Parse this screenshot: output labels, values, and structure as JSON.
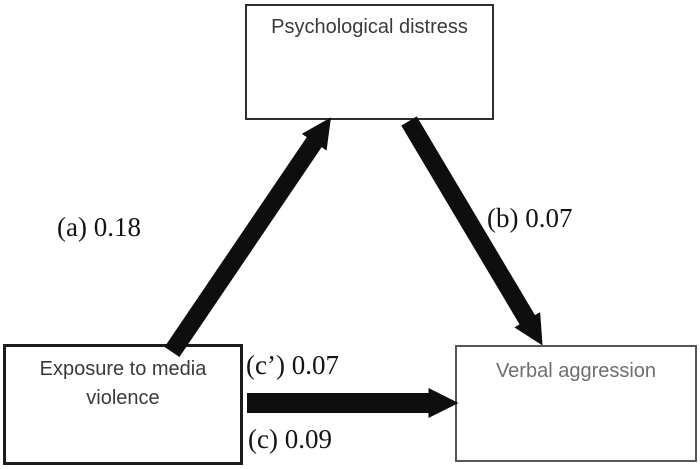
{
  "figure": {
    "background_color": "#ffffff",
    "arrow_color": "#0e0e0e",
    "nodes": {
      "distress": {
        "label": "Psychological distress"
      },
      "exposure": {
        "label": "Exposure to media violence"
      },
      "aggression": {
        "label": "Verbal aggression"
      }
    },
    "paths": {
      "a": {
        "label": "(a) 0.18"
      },
      "b": {
        "label": "(b) 0.07"
      },
      "c_prime": {
        "label": "(c’) 0.07"
      },
      "c": {
        "label": "(c) 0.09"
      }
    }
  }
}
